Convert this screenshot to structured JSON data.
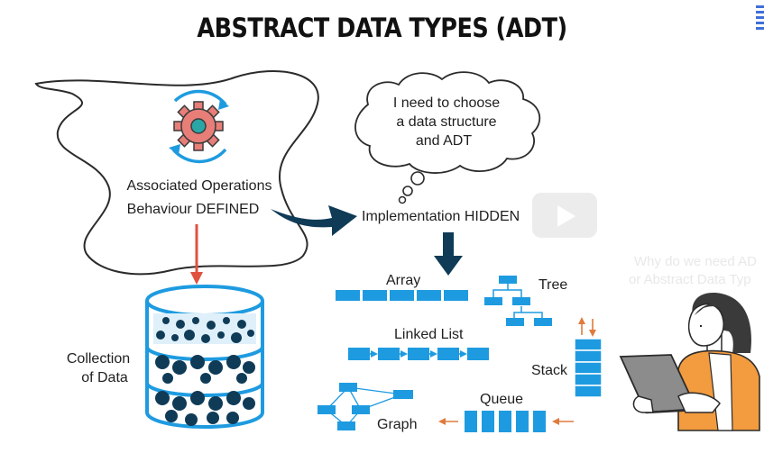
{
  "title": "ABSTRACT DATA TYPES (ADT)",
  "left_blob": {
    "icon": "gear-with-cycle-arrows-icon",
    "line1": "Associated Operations",
    "line2": "Behaviour DEFINED"
  },
  "thought_bubble": {
    "line1": "I need to choose",
    "line2": "a data structure",
    "line3": "and ADT"
  },
  "implementation_label": "Implementation HIDDEN",
  "database": {
    "icon": "database-cylinder-icon",
    "line1": "Collection",
    "line2": "of Data"
  },
  "structures": {
    "array": "Array",
    "tree": "Tree",
    "linked_list": "Linked List",
    "stack": "Stack",
    "queue": "Queue",
    "graph": "Graph"
  },
  "video_overlay": {
    "play_icon": "play-button-icon",
    "line1": "Why do we need AD",
    "line2": "or Abstract Data Typ"
  },
  "person": {
    "icon": "woman-with-laptop-illustration"
  },
  "colors": {
    "accent_blue": "#1e9be0",
    "dark_navy": "#0f3b57",
    "red_arrow": "#e0513e",
    "gear_coral": "#e87e78",
    "gear_teal": "#2aa6a6",
    "person_orange": "#f29b3f"
  }
}
